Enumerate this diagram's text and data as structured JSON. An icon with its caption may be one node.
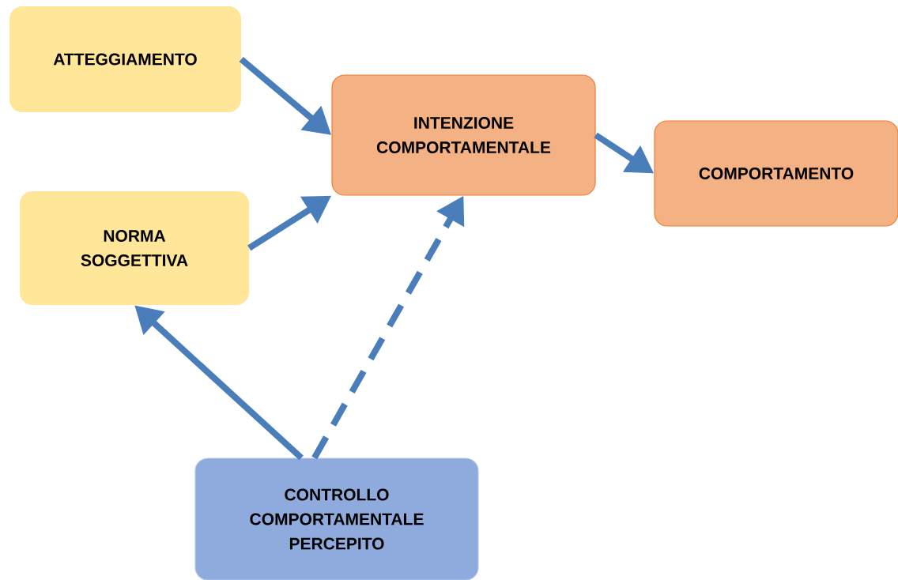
{
  "diagram": {
    "nodes": [
      {
        "text": [
          "ATTEGGIAMENTO"
        ]
      },
      {
        "text": [
          "INTENZIONE COMPORTAMENTALE"
        ]
      },
      {
        "text": [
          "COMPORTAMENTO"
        ]
      },
      {
        "text": [
          "NORMA SOGGETTIVA"
        ]
      },
      {
        "text": [
          "CONTROLLO COMPORTAMENTALE PERCEPITO"
        ]
      }
    ],
    "edges": [
      {
        "from": 0,
        "to": 1,
        "arrow": "to"
      },
      {
        "from": 3,
        "to": 1,
        "arrow": "to"
      },
      {
        "from": 1,
        "to": 2,
        "arrow": "to"
      },
      {
        "from": 4,
        "to": 3,
        "arrow": "to"
      },
      {
        "from": 4,
        "to": 1,
        "arrow": "to",
        "style": "dashed"
      }
    ]
  }
}
